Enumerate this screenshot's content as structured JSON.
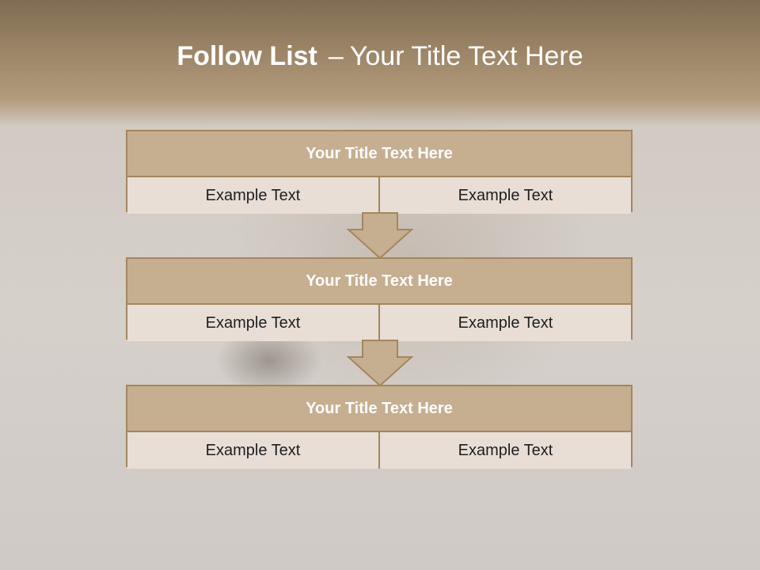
{
  "slide": {
    "title_bold": "Follow List",
    "title_separator": "–",
    "title_rest": "Your Title Text Here"
  },
  "blocks": [
    {
      "title": "Your Title Text Here",
      "left": "Example Text",
      "right": "Example Text"
    },
    {
      "title": "Your Title Text Here",
      "left": "Example Text",
      "right": "Example Text"
    },
    {
      "title": "Your Title Text Here",
      "left": "Example Text",
      "right": "Example Text"
    }
  ],
  "colors": {
    "header_band": "#9c8466",
    "block_title_fill": "#c6ae90",
    "block_cell_fill": "#e8ded6",
    "border": "#a4865e"
  }
}
